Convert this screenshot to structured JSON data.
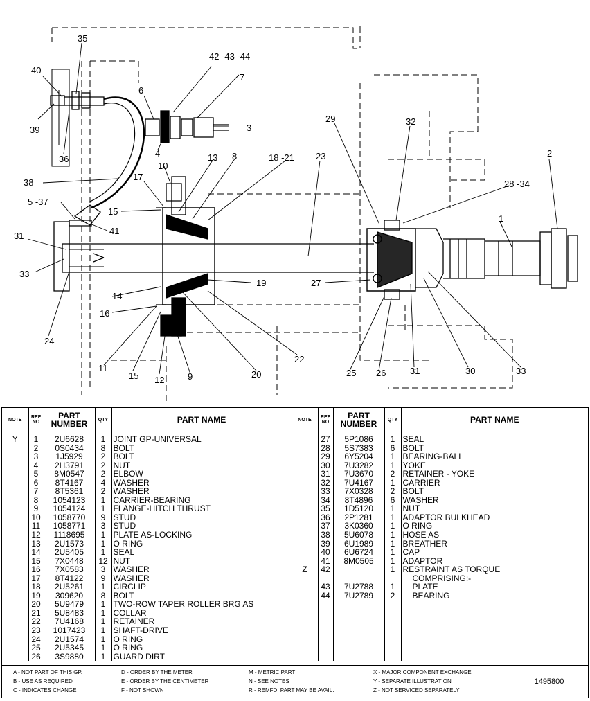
{
  "callouts": [
    "35",
    "40",
    "42 -43 -44",
    "7",
    "6",
    "39",
    "36",
    "3",
    "4",
    "13",
    "8",
    "18 -21",
    "23",
    "29",
    "32",
    "2",
    "10",
    "38",
    "17",
    "28 -34",
    "5 -37",
    "15",
    "1",
    "41",
    "31",
    "33",
    "19",
    "27",
    "14",
    "16",
    "24",
    "22",
    "11",
    "15",
    "12",
    "9",
    "20",
    "25",
    "26",
    "31",
    "30",
    "33"
  ],
  "table": {
    "headers": {
      "note": "NOTE",
      "ref_no": "REF NO",
      "part_number": "PART NUMBER",
      "qty": "QTY",
      "part_name": "PART NAME"
    },
    "left_rows": [
      {
        "note": "Y",
        "ref": "1",
        "part": "2U6628",
        "qty": "1",
        "name": "JOINT GP-UNIVERSAL"
      },
      {
        "note": "",
        "ref": "2",
        "part": "0S0434",
        "qty": "8",
        "name": "BOLT"
      },
      {
        "note": "",
        "ref": "3",
        "part": "1J5929",
        "qty": "2",
        "name": "BOLT"
      },
      {
        "note": "",
        "ref": "4",
        "part": "2H3791",
        "qty": "2",
        "name": "NUT"
      },
      {
        "note": "",
        "ref": "5",
        "part": "8M0547",
        "qty": "2",
        "name": "ELBOW"
      },
      {
        "note": "",
        "ref": "6",
        "part": "8T4167",
        "qty": "4",
        "name": "WASHER"
      },
      {
        "note": "",
        "ref": "7",
        "part": "8T5361",
        "qty": "2",
        "name": "WASHER"
      },
      {
        "note": "",
        "ref": "8",
        "part": "1054123",
        "qty": "1",
        "name": "CARRIER-BEARING"
      },
      {
        "note": "",
        "ref": "9",
        "part": "1054124",
        "qty": "1",
        "name": "FLANGE-HITCH THRUST"
      },
      {
        "note": "",
        "ref": "10",
        "part": "1058770",
        "qty": "9",
        "name": "STUD"
      },
      {
        "note": "",
        "ref": "11",
        "part": "1058771",
        "qty": "3",
        "name": "STUD"
      },
      {
        "note": "",
        "ref": "12",
        "part": "1118695",
        "qty": "1",
        "name": "PLATE AS-LOCKING"
      },
      {
        "note": "",
        "ref": "13",
        "part": "2U1573",
        "qty": "1",
        "name": "O RING"
      },
      {
        "note": "",
        "ref": "14",
        "part": "2U5405",
        "qty": "1",
        "name": "SEAL"
      },
      {
        "note": "",
        "ref": "15",
        "part": "7X0448",
        "qty": "12",
        "name": "NUT"
      },
      {
        "note": "",
        "ref": "16",
        "part": "7X0583",
        "qty": "3",
        "name": "WASHER"
      },
      {
        "note": "",
        "ref": "17",
        "part": "8T4122",
        "qty": "9",
        "name": "WASHER"
      },
      {
        "note": "",
        "ref": "18",
        "part": "2U5261",
        "qty": "1",
        "name": "CIRCLIP"
      },
      {
        "note": "",
        "ref": "19",
        "part": "309620",
        "qty": "8",
        "name": "BOLT"
      },
      {
        "note": "",
        "ref": "20",
        "part": "5U9479",
        "qty": "1",
        "name": "TWO-ROW TAPER ROLLER BRG AS"
      },
      {
        "note": "",
        "ref": "21",
        "part": "5U8483",
        "qty": "1",
        "name": "COLLAR"
      },
      {
        "note": "",
        "ref": "22",
        "part": "7U4168",
        "qty": "1",
        "name": "RETAINER"
      },
      {
        "note": "",
        "ref": "23",
        "part": "1017423",
        "qty": "1",
        "name": "SHAFT-DRIVE"
      },
      {
        "note": "",
        "ref": "24",
        "part": "2U1574",
        "qty": "1",
        "name": "O RING"
      },
      {
        "note": "",
        "ref": "25",
        "part": "2U5345",
        "qty": "1",
        "name": "O RING"
      },
      {
        "note": "",
        "ref": "26",
        "part": "3S9880",
        "qty": "1",
        "name": "GUARD DIRT"
      }
    ],
    "right_rows": [
      {
        "note": "",
        "ref": "27",
        "part": "5P1086",
        "qty": "1",
        "name": "SEAL"
      },
      {
        "note": "",
        "ref": "28",
        "part": "5S7383",
        "qty": "6",
        "name": "BOLT"
      },
      {
        "note": "",
        "ref": "29",
        "part": "6Y5204",
        "qty": "1",
        "name": "BEARING-BALL"
      },
      {
        "note": "",
        "ref": "30",
        "part": "7U3282",
        "qty": "1",
        "name": "YOKE"
      },
      {
        "note": "",
        "ref": "31",
        "part": "7U3670",
        "qty": "2",
        "name": "RETAINER - YOKE"
      },
      {
        "note": "",
        "ref": "32",
        "part": "7U4167",
        "qty": "1",
        "name": "CARRIER"
      },
      {
        "note": "",
        "ref": "33",
        "part": "7X0328",
        "qty": "2",
        "name": "BOLT"
      },
      {
        "note": "",
        "ref": "34",
        "part": "8T4896",
        "qty": "6",
        "name": "WASHER"
      },
      {
        "note": "",
        "ref": "35",
        "part": "1D5120",
        "qty": "1",
        "name": "NUT"
      },
      {
        "note": "",
        "ref": "36",
        "part": "2P1281",
        "qty": "1",
        "name": "ADAPTOR BULKHEAD"
      },
      {
        "note": "",
        "ref": "37",
        "part": "3K0360",
        "qty": "1",
        "name": "O RING"
      },
      {
        "note": "",
        "ref": "38",
        "part": "5U6078",
        "qty": "1",
        "name": "HOSE AS"
      },
      {
        "note": "",
        "ref": "39",
        "part": "6U1989",
        "qty": "1",
        "name": "BREATHER"
      },
      {
        "note": "",
        "ref": "40",
        "part": "6U6724",
        "qty": "1",
        "name": "CAP"
      },
      {
        "note": "",
        "ref": "41",
        "part": "8M0505",
        "qty": "1",
        "name": "ADAPTOR"
      },
      {
        "note": "Z",
        "ref": "42",
        "part": "",
        "qty": "1",
        "name": "RESTRAINT AS TORQUE"
      },
      {
        "note": "",
        "ref": "",
        "part": "",
        "qty": "",
        "name": "COMPRISING:-"
      },
      {
        "note": "",
        "ref": "43",
        "part": "7U2788",
        "qty": "1",
        "name": "PLATE"
      },
      {
        "note": "",
        "ref": "44",
        "part": "7U2789",
        "qty": "2",
        "name": "BEARING"
      }
    ]
  },
  "legend": {
    "col1": [
      "A - NOT PART OF THIS GP.",
      "B - USE AS REQUIRED",
      "C - INDICATES CHANGE"
    ],
    "col2": [
      "D - ORDER BY THE METER",
      "E - ORDER BY THE CENTIMETER",
      "F - NOT SHOWN"
    ],
    "col3": [
      "M - METRIC PART",
      "N - SEE NOTES",
      "R - REMFD. PART MAY BE AVAIL."
    ],
    "col4": [
      "X - MAJOR COMPONENT EXCHANGE",
      "Y - SEPARATE ILLUSTRATION",
      "Z - NOT SERVICED SEPARATELY"
    ],
    "doc_number": "1495800"
  }
}
